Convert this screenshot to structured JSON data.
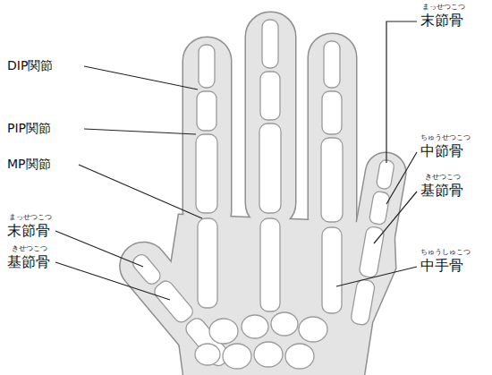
{
  "diagram": {
    "labels": [
      "DIP関節",
      "PIP関節",
      "MP関節",
      "まっせつこつ",
      "末節骨",
      "きせつこつ",
      "基節骨",
      "まっせつこつ",
      "末節骨",
      "ちゅうせつこつ",
      "中節骨",
      "きせつこつ",
      "基節骨",
      "ちゅうしゅこつ",
      "中手骨"
    ]
  }
}
